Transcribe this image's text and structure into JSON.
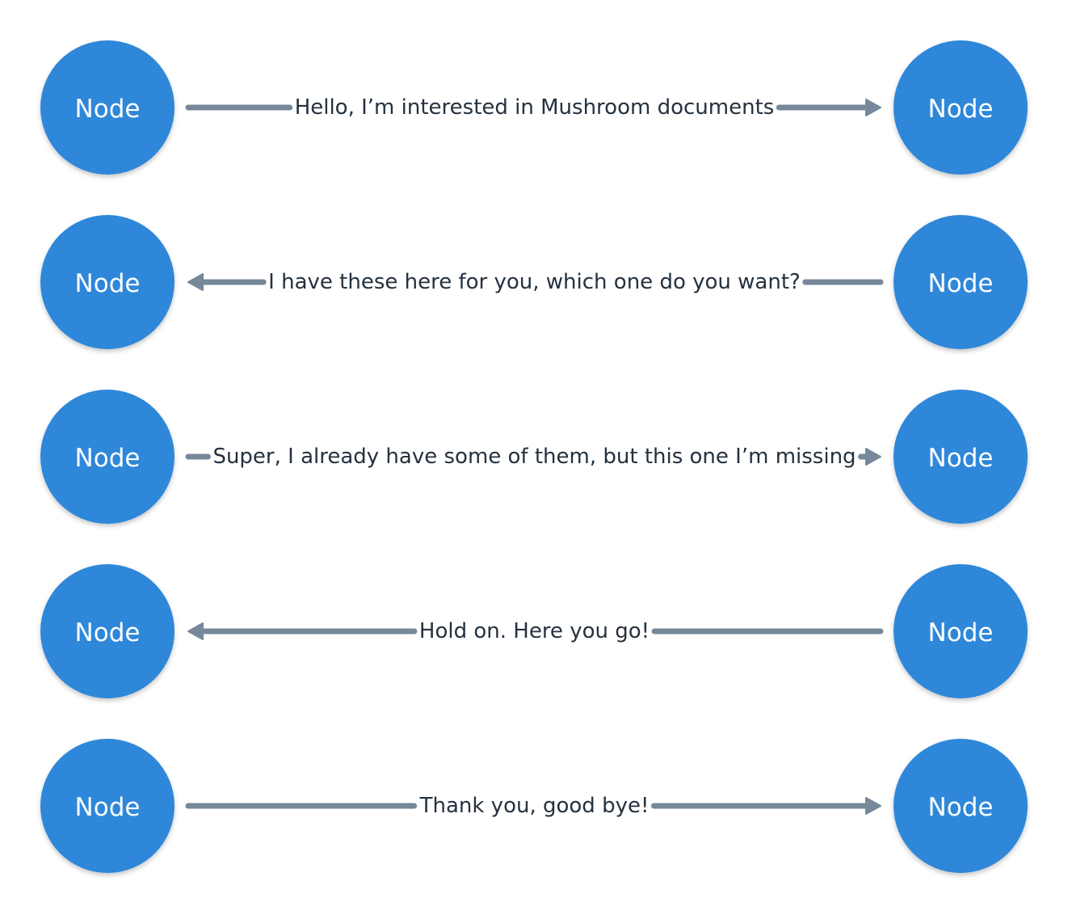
{
  "colors": {
    "node_fill": "#2d87d9",
    "node_text": "#ffffff",
    "edge": "#76889a",
    "edge_text": "#24313f",
    "background": "#ffffff"
  },
  "node_label": "Node",
  "messages": [
    {
      "direction": "right",
      "text": "Hello, I’m interested in Mushroom documents"
    },
    {
      "direction": "left",
      "text": "I have these here for you, which one do you want?"
    },
    {
      "direction": "right",
      "text": "Super, I already have some of them, but this one I’m missing"
    },
    {
      "direction": "left",
      "text": "Hold on. Here you go!"
    },
    {
      "direction": "right",
      "text": "Thank you, good bye!"
    }
  ]
}
